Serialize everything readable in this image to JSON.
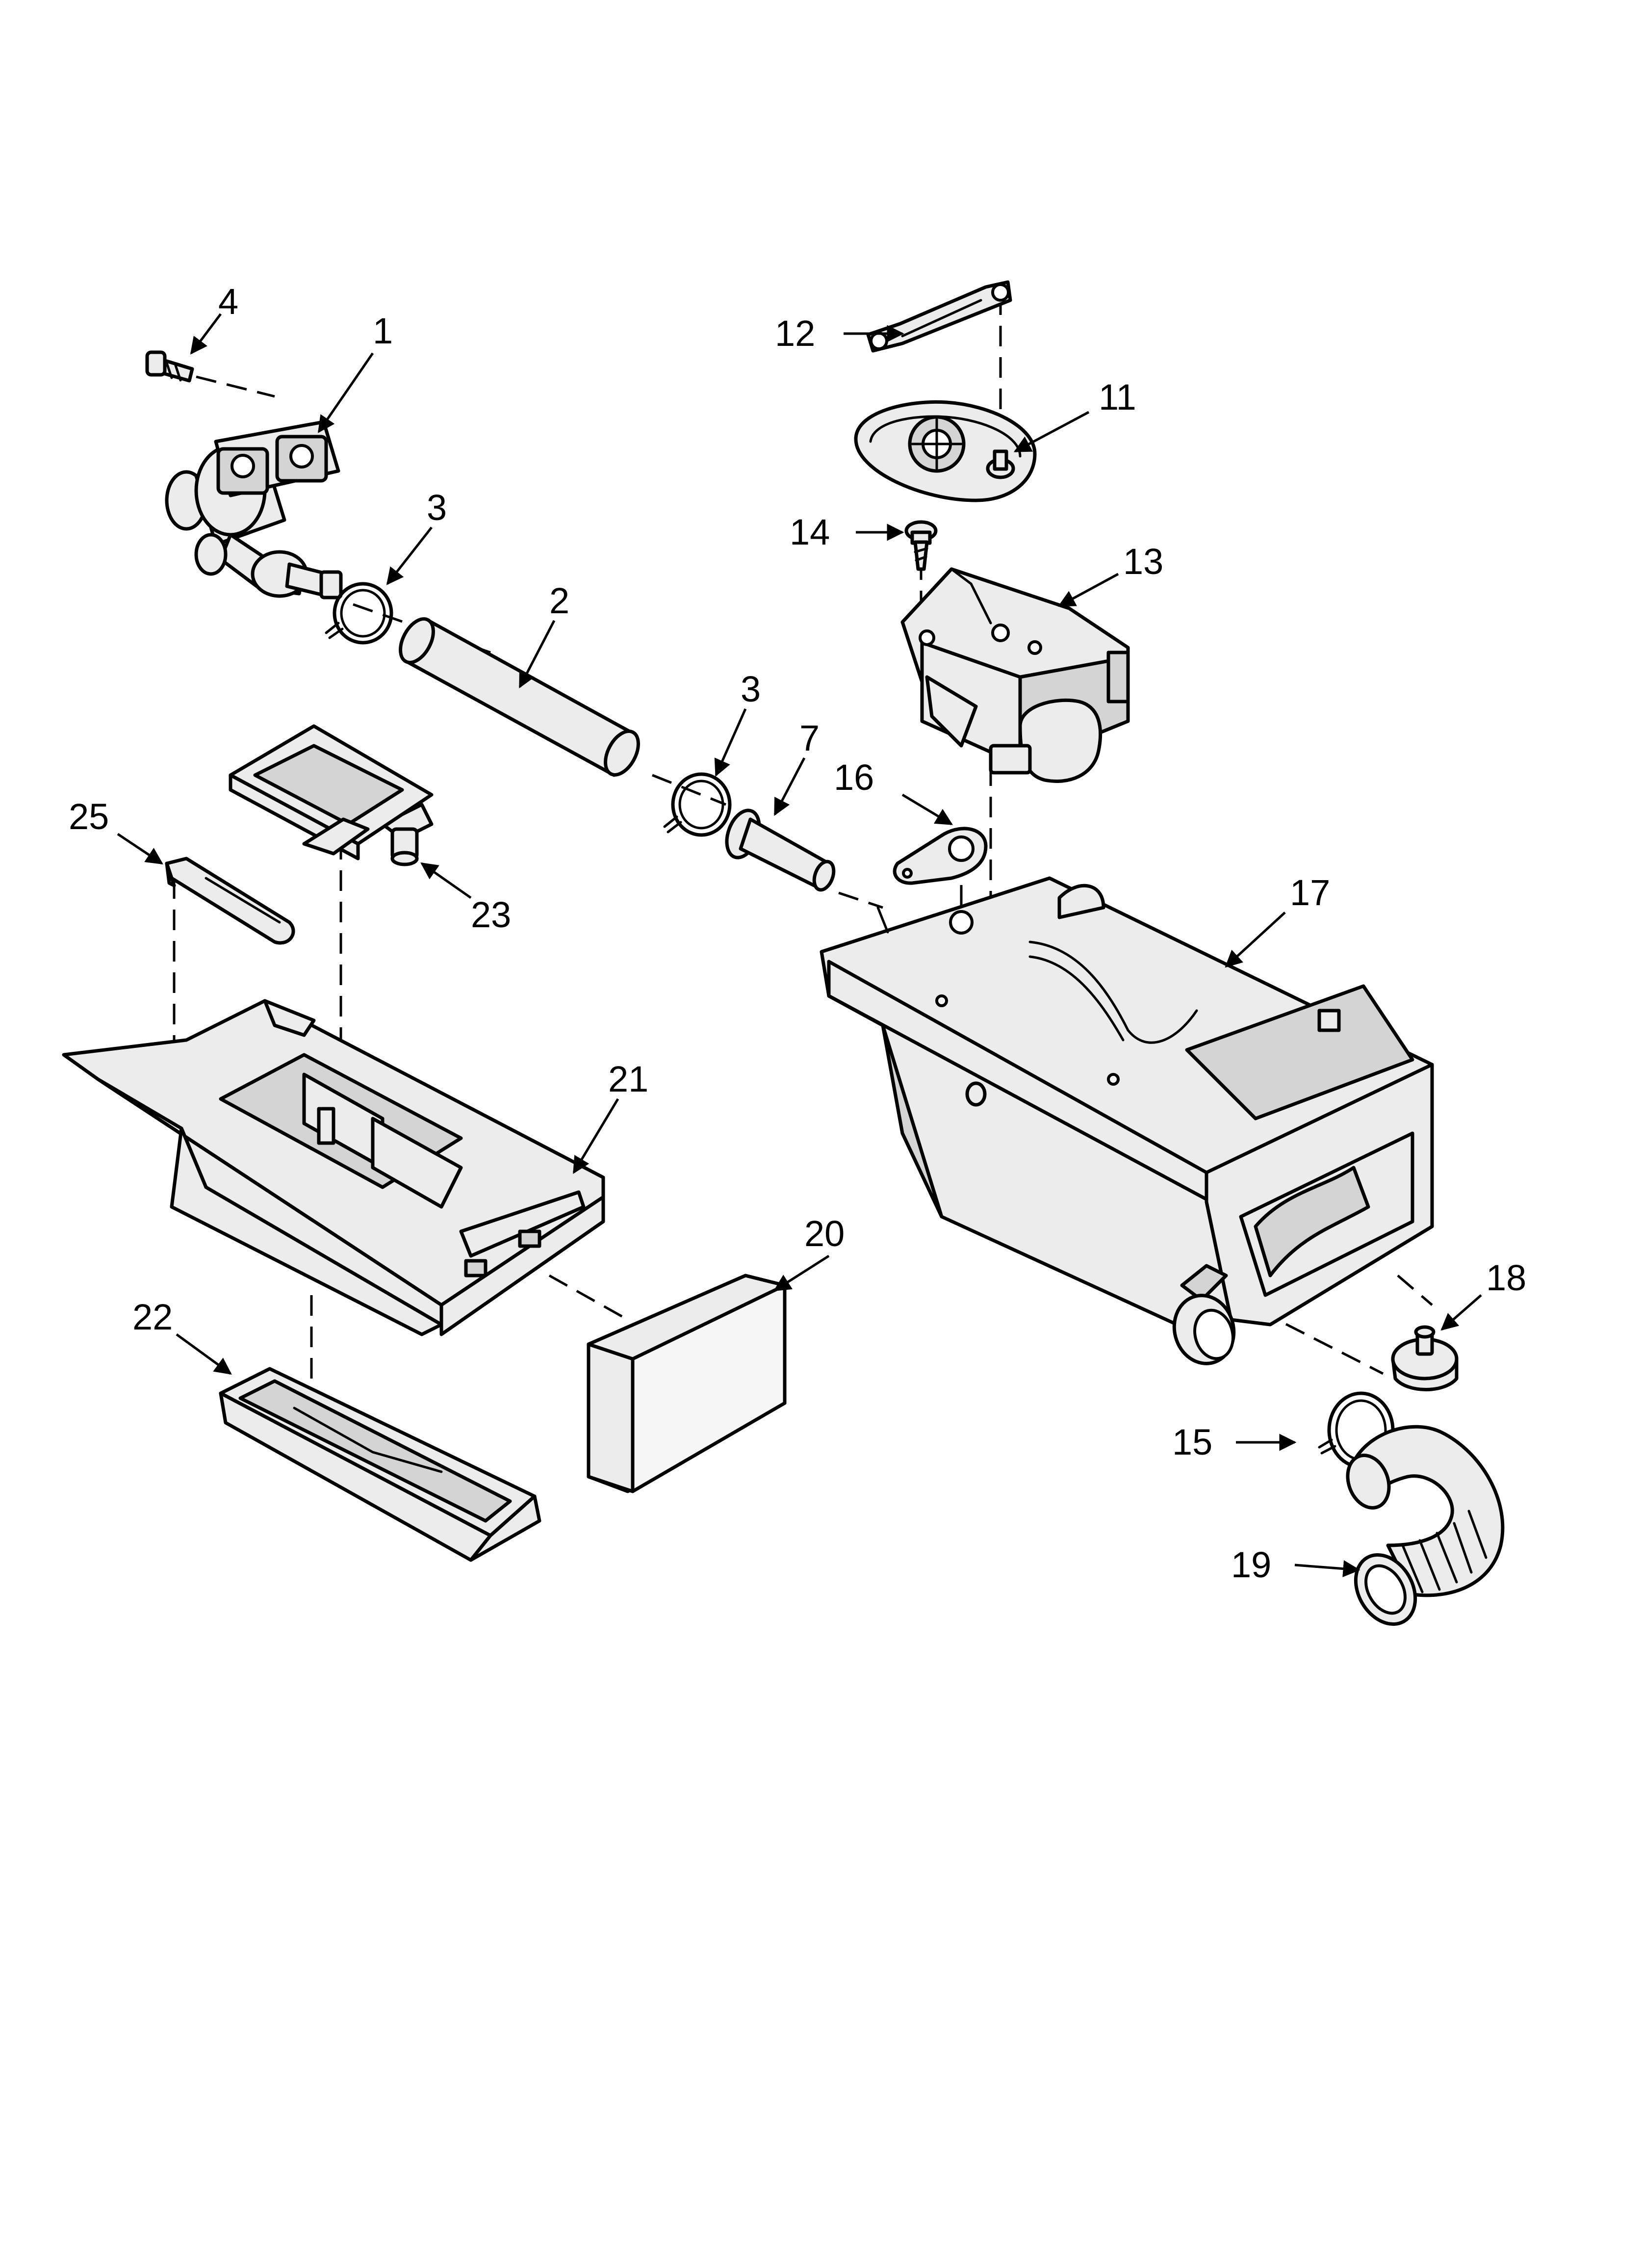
{
  "callouts": {
    "c1": "1",
    "c2": "2",
    "c3a": "3",
    "c3b": "3",
    "c4": "4",
    "c7": "7",
    "c11": "11",
    "c12": "12",
    "c13": "13",
    "c14": "14",
    "c15": "15",
    "c16": "16",
    "c17": "17",
    "c18": "18",
    "c19": "19",
    "c20": "20",
    "c21": "21",
    "c22": "22",
    "c23": "23",
    "c25": "25"
  }
}
